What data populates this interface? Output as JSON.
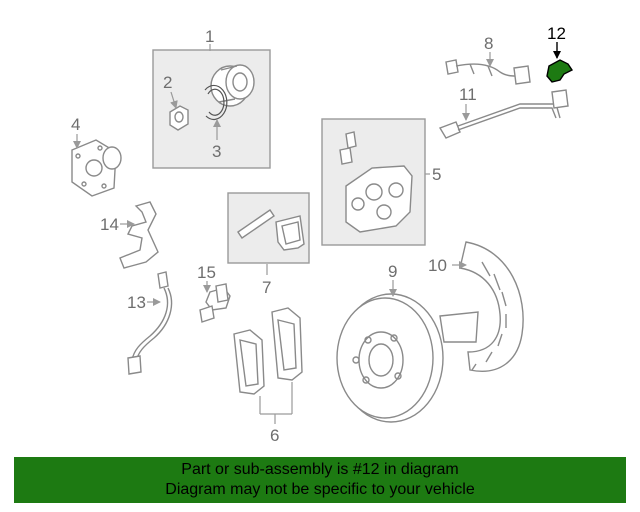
{
  "callouts": {
    "c1": "1",
    "c2": "2",
    "c3": "3",
    "c4": "4",
    "c5": "5",
    "c6": "6",
    "c7": "7",
    "c8": "8",
    "c9": "9",
    "c10": "10",
    "c11": "11",
    "c12": "12",
    "c13": "13",
    "c14": "14",
    "c15": "15"
  },
  "highlight_color": "#1d7a12",
  "footer": {
    "line1": "Part or sub-assembly is #12 in diagram",
    "line2": "Diagram may not be specific to your vehicle"
  }
}
